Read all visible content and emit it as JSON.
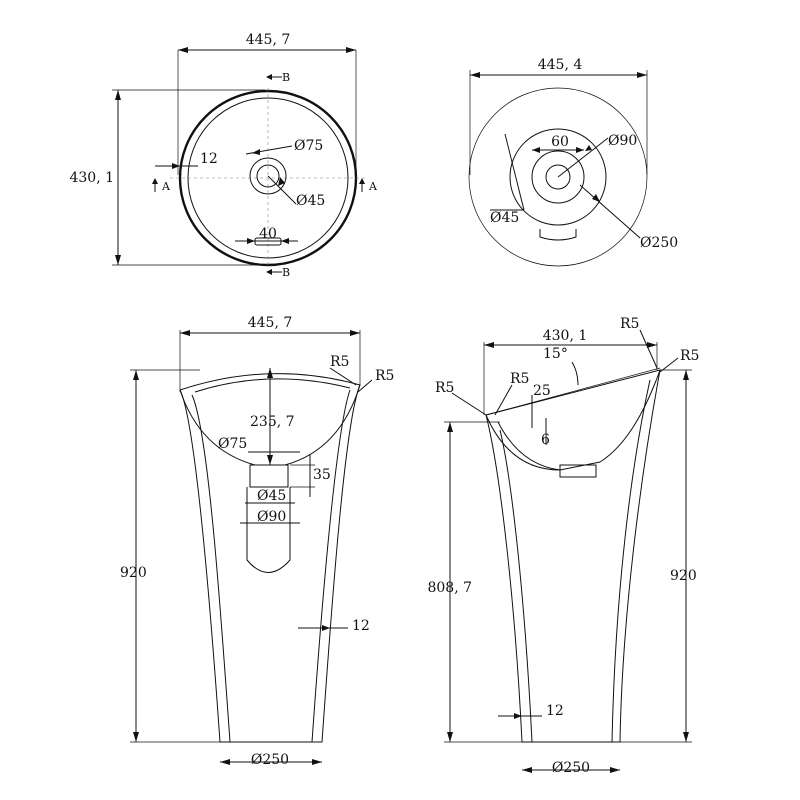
{
  "top_view_a": {
    "width": "445, 7",
    "height": "430, 1",
    "wall": "12",
    "outer_hole": "Ø75",
    "inner_hole": "Ø45",
    "overflow": "40",
    "section_a": "A",
    "section_b": "B"
  },
  "top_view_b": {
    "width": "445, 4",
    "inner_width": "60",
    "hole_90": "Ø90",
    "hole_45": "Ø45",
    "base": "Ø250"
  },
  "front_section": {
    "width": "445, 7",
    "r_left": "R5",
    "r_right": "R5",
    "depth": "235, 7",
    "hole_75": "Ø75",
    "drop": "35",
    "hole_45": "Ø45",
    "hole_90": "Ø90",
    "height": "920",
    "wall": "12",
    "base": "Ø250"
  },
  "side_section": {
    "width": "430, 1",
    "r_top": "R5",
    "angle": "15°",
    "r_right": "R5",
    "r_left": "R5",
    "r_inner": "R5",
    "d25": "25",
    "d6": "6",
    "inner_height": "808, 7",
    "height": "920",
    "wall": "12",
    "base": "Ø250"
  }
}
